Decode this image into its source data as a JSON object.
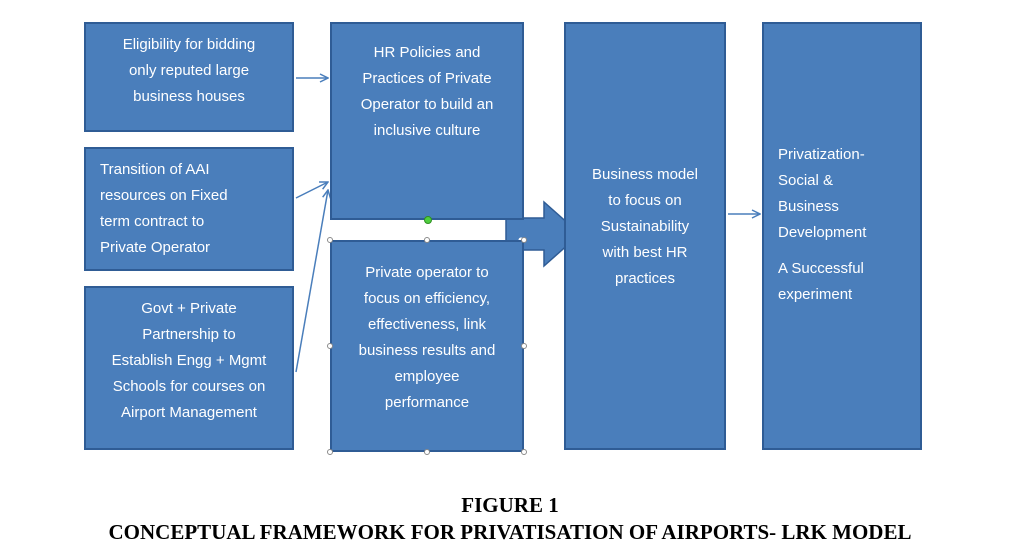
{
  "boxes": {
    "eligibility": {
      "lines": [
        "Eligibility for bidding",
        "only reputed large",
        "business houses"
      ]
    },
    "transition": {
      "lines": [
        "Transition of AAI",
        "resources on Fixed",
        "term contract to",
        "Private Operator"
      ]
    },
    "partnership": {
      "lines": [
        "Govt + Private",
        "Partnership to",
        "Establish Engg + Mgmt",
        "Schools for courses on",
        "Airport Management"
      ]
    },
    "hr_policies": {
      "lines": [
        "HR Policies and",
        "Practices of Private",
        "Operator to build an",
        "inclusive culture"
      ]
    },
    "private_operator": {
      "lines": [
        "Private operator to",
        "focus on efficiency,",
        "effectiveness, link",
        "business results and",
        "employee",
        "performance"
      ]
    },
    "business_model": {
      "lines": [
        "Business model",
        "to focus on",
        "Sustainability",
        "with best HR",
        "practices"
      ]
    },
    "outcome": {
      "lines": [
        "Privatization-",
        "Social  &",
        "Business",
        "Development",
        "A Successful",
        "experiment"
      ]
    }
  },
  "colors": {
    "box_fill": "#4a7ebb",
    "box_border": "#2f5c95",
    "text": "#ffffff",
    "connector": "#4a7ebb"
  },
  "caption": {
    "figure_number": "FIGURE 1",
    "title": "CONCEPTUAL FRAMEWORK FOR PRIVATISATION OF AIRPORTS- LRK MODEL"
  }
}
